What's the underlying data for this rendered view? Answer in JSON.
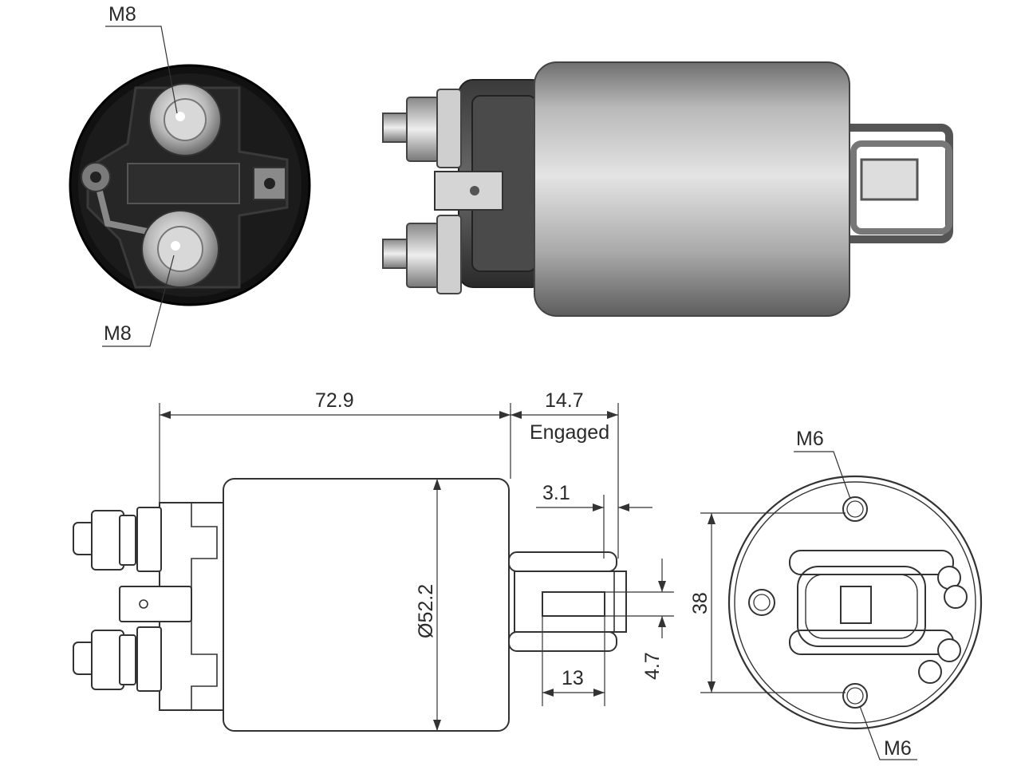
{
  "end_view_top": {
    "terminal_top": "M8",
    "terminal_bottom": "M8"
  },
  "side_view": {
    "length": "72.9",
    "stroke": "14.7",
    "stroke_note": "Engaged",
    "gap": "3.1",
    "diameter": "Ø52.2",
    "plunger_length": "13",
    "slot_width": "4.7"
  },
  "end_view_bottom": {
    "hole_spacing": "38",
    "hole_top": "M6",
    "hole_bottom": "M6"
  }
}
